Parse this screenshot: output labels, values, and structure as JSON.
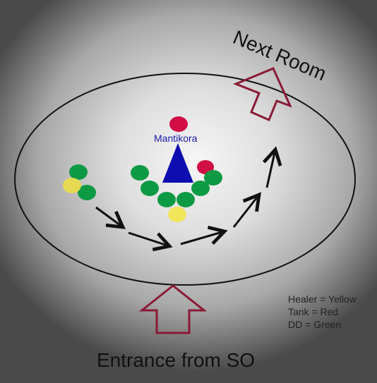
{
  "labels": {
    "next_room": "Next Room",
    "boss": "Mantikora",
    "entrance": "Entrance from SO"
  },
  "legend": [
    "Healer = Yellow",
    "Tank = Red",
    "DD = Green"
  ],
  "colors": {
    "healer": "#f1e65a",
    "tank": "#d10f45",
    "dd": "#0d9a44",
    "boss": "#0d0db0",
    "door_arrow": "#8a1a35",
    "path_arrow": "#111111",
    "room_outline": "#111111"
  }
}
